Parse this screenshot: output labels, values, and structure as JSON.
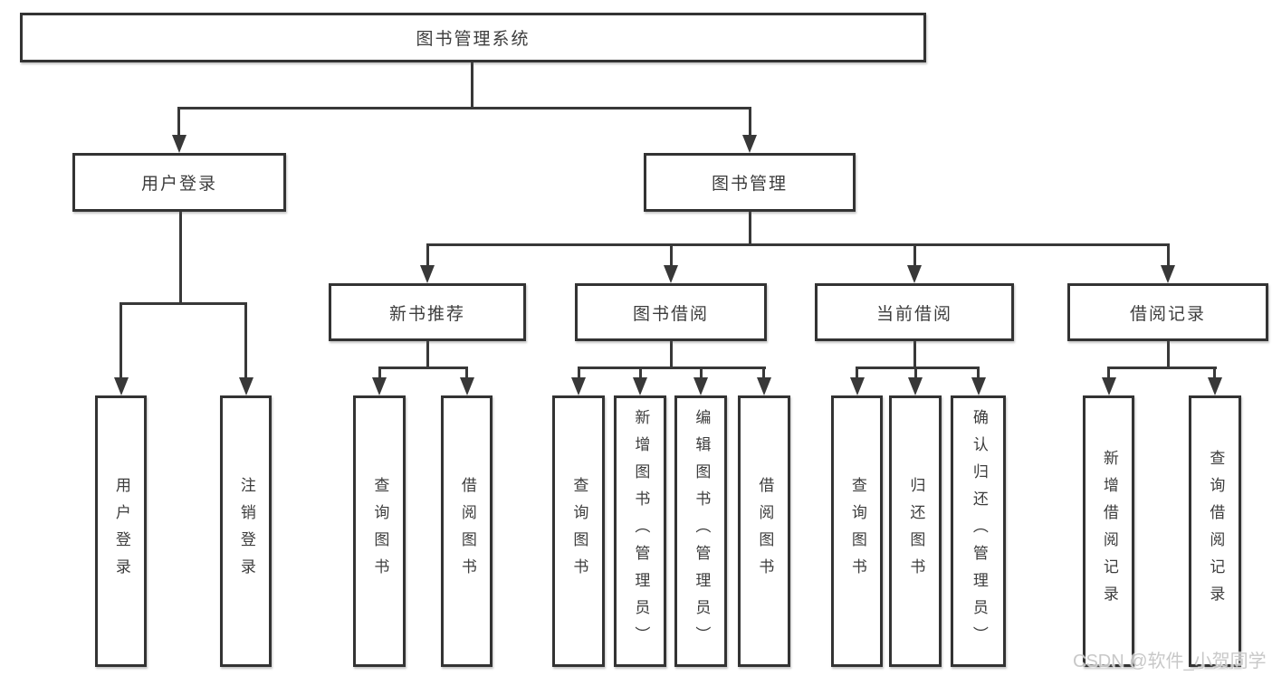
{
  "watermark": {
    "text": "CSDN @软件_小贺同学"
  },
  "colors": {
    "background": "#ffffff",
    "box_border": "#333333",
    "connector_line": "#383838",
    "text": "#3d3d3d",
    "watermark": "#c5c5c5"
  },
  "tree": {
    "root": {
      "label": "图书管理系统"
    },
    "children": [
      {
        "label": "用户登录",
        "children": [
          {
            "label": "用户登录"
          },
          {
            "label": "注销登录"
          }
        ]
      },
      {
        "label": "图书管理",
        "children": [
          {
            "label": "新书推荐",
            "children": [
              {
                "label": "查询图书"
              },
              {
                "label": "借阅图书"
              }
            ]
          },
          {
            "label": "图书借阅",
            "children": [
              {
                "label": "查询图书"
              },
              {
                "label": "新增图书（管理员）"
              },
              {
                "label": "编辑图书（管理员）"
              },
              {
                "label": "借阅图书"
              }
            ]
          },
          {
            "label": "当前借阅",
            "children": [
              {
                "label": "查询图书"
              },
              {
                "label": "归还图书"
              },
              {
                "label": "确认归还（管理员）"
              }
            ]
          },
          {
            "label": "借阅记录",
            "children": [
              {
                "label": "新增借阅记录"
              },
              {
                "label": "查询借阅记录"
              }
            ]
          }
        ]
      }
    ]
  }
}
